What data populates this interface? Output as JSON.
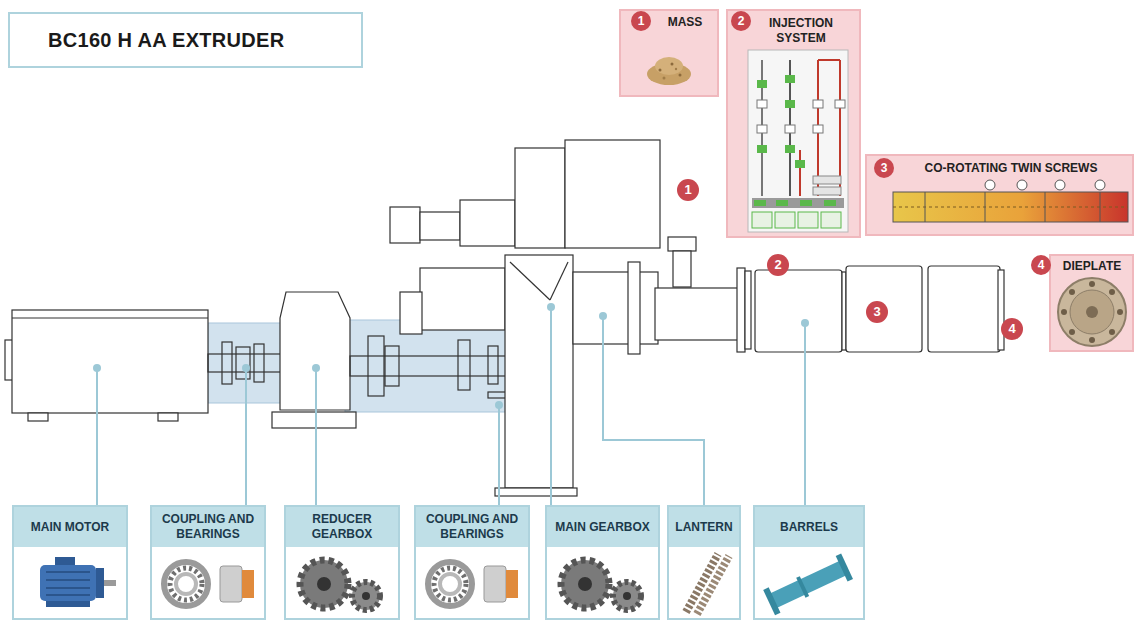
{
  "diagram": {
    "title": "BC160 H AA EXTRUDER",
    "nodes": [
      {
        "text": [
          "MASS"
        ]
      },
      {
        "text": [
          "INJECTION SYSTEM"
        ]
      },
      {
        "text": [
          "CO-ROTATING TWIN SCREWS"
        ]
      },
      {
        "text": [
          "DIEPLATE"
        ]
      },
      {
        "text": [
          "MAIN MOTOR"
        ]
      },
      {
        "text": [
          "COUPLING AND BEARINGS"
        ]
      },
      {
        "text": [
          "REDUCER GEARBOX"
        ]
      },
      {
        "text": [
          "COUPLING AND BEARINGS"
        ]
      },
      {
        "text": [
          "MAIN GEARBOX"
        ]
      },
      {
        "text": [
          "LANTERN"
        ]
      },
      {
        "text": [
          "BARRELS"
        ]
      }
    ],
    "labels": [
      "1",
      "2",
      "3",
      "4",
      "1",
      "2",
      "3",
      "4"
    ]
  }
}
